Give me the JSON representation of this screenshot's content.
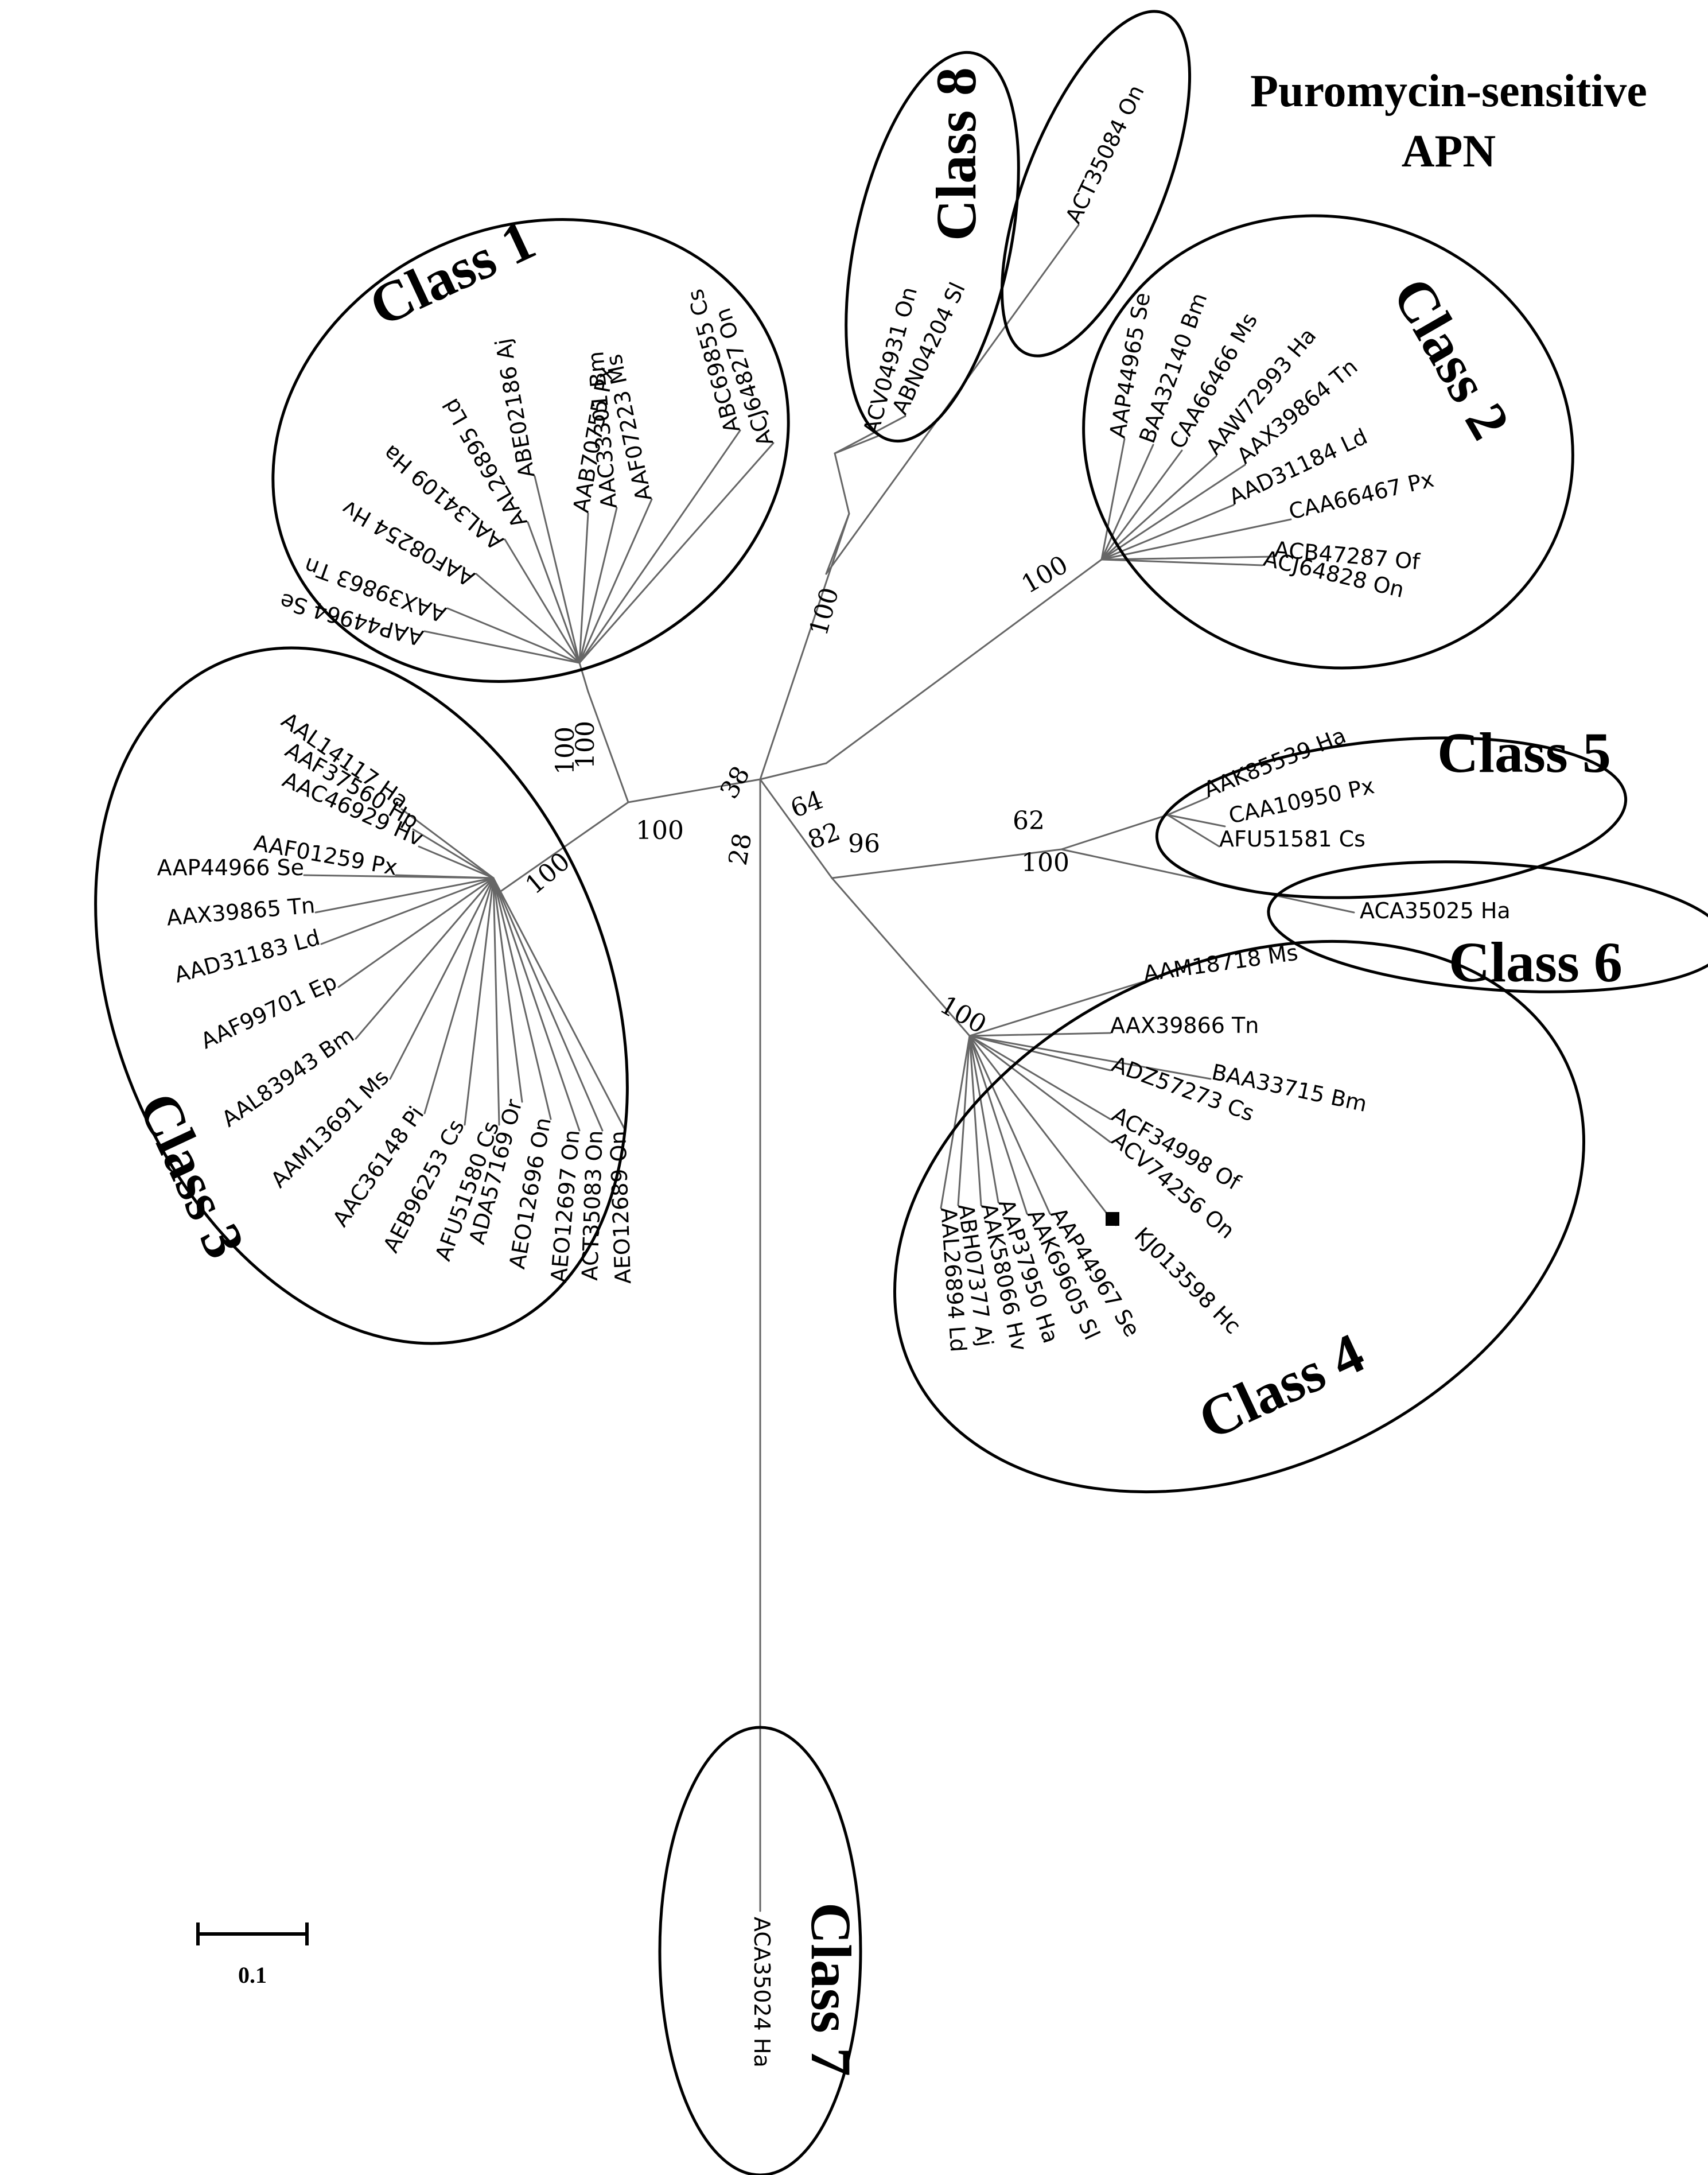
{
  "leaves": [
    "ACJ64827 On",
    "ABC69855 Cs",
    "AAF07223 Ms",
    "AAC33301 Bm",
    "AAB70755 Px",
    "ABE02186 Aj",
    "AAL26895 Ld",
    "AAL34109 Ha",
    "AAF08254 Hv",
    "AAX39863 Tn",
    "AAP44964 Se",
    "ACV04931 On",
    "ABN04204 Sl",
    "ACT35084 On",
    "AAP44965 Se",
    "BAA32140 Bm",
    "CAA66466 Ms",
    "AAW72993 Ha",
    "AAX39864 Tn",
    "AAD31184 Ld",
    "CAA66467 Px",
    "ACB47287 Of",
    "ACJ64828 On",
    "AAL14117 Ha",
    "AAF37560 Hp",
    "AAC46929 Hv",
    "AAF01259 Px",
    "AAP44966 Se",
    "AAX39865 Tn",
    "AAD31183 Ld",
    "AAF99701 Ep",
    "AAL83943 Bm",
    "AAM13691 Ms",
    "AAC36148 Pi",
    "AEB96253 Cs",
    "AFU51580 Cs",
    "ADA57169 Or",
    "AEO12696 On",
    "AEO12697 On",
    "ACT35083 On",
    "AEO12689 On",
    "AAK85539 Ha",
    "CAA10950 Px",
    "AFU51581 Cs",
    "ACA35025 Ha",
    "AAM18718 Ms",
    "AAX39866 Tn",
    "BAA33715 Bm",
    "ADZ57273 Cs",
    "ACF34998 Of",
    "ACV74256 On",
    "KJ013598 Hc",
    "AAP44967 Se",
    "AAK69605 Sl",
    "AAP37950 Ha",
    "AAK58066 Hv",
    "ABH07377 Aj",
    "AAL26894 Ld",
    "ACA35024 Ha"
  ],
  "bootstrap": [
    "100",
    "100",
    "100",
    "100",
    "38",
    "28",
    "64",
    "82",
    "96",
    "62",
    "100",
    "100",
    "100",
    "100"
  ],
  "classes": [
    "Class 1",
    "Class 2",
    "Class 3",
    "Class 4",
    "Class 5",
    "Class 6",
    "Class 7",
    "Class 8"
  ],
  "group_label": [
    "Puromycin-sensitive",
    "APN"
  ],
  "scale_label": "0.1"
}
